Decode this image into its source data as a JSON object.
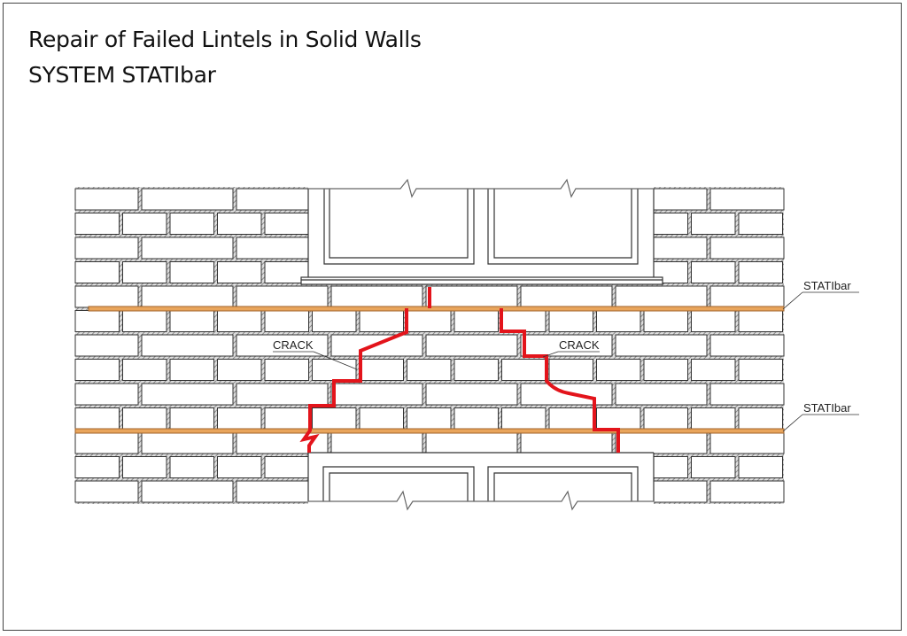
{
  "title": "Repair of Failed Lintels in Solid Walls",
  "subtitle": "SYSTEM STATIbar",
  "labels": {
    "crack_left": "CRACK",
    "crack_right": "CRACK",
    "bar_upper": "STATIbar",
    "bar_lower": "STATIbar"
  },
  "colors": {
    "crack": "#e3141b",
    "bar": "#e9a55c",
    "bar_edge": "#a0622a",
    "mortar": "#9a9a9a"
  }
}
